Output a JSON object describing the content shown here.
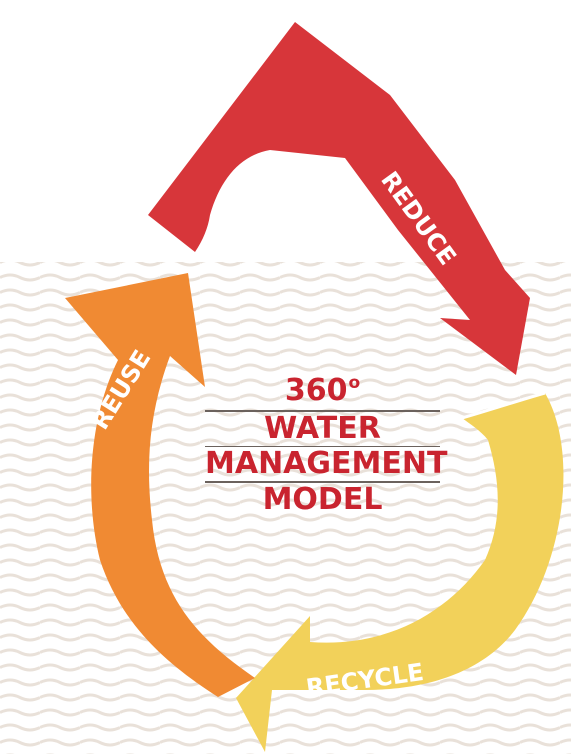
{
  "diagram": {
    "center": {
      "degree_value": "360",
      "degree_symbol": "o",
      "line2": "WATER",
      "line3": "MANAGEMENT",
      "line4": "MODEL"
    },
    "arrows": [
      {
        "label": "REDUCE",
        "color": "#d7363a"
      },
      {
        "label": "RECYCLE",
        "color": "#f2d15a"
      },
      {
        "label": "REUSE",
        "color": "#f08a33"
      }
    ],
    "colors": {
      "title_text": "#c9242f",
      "waves": "#e9e1d9",
      "rules": "#6b625d"
    }
  }
}
